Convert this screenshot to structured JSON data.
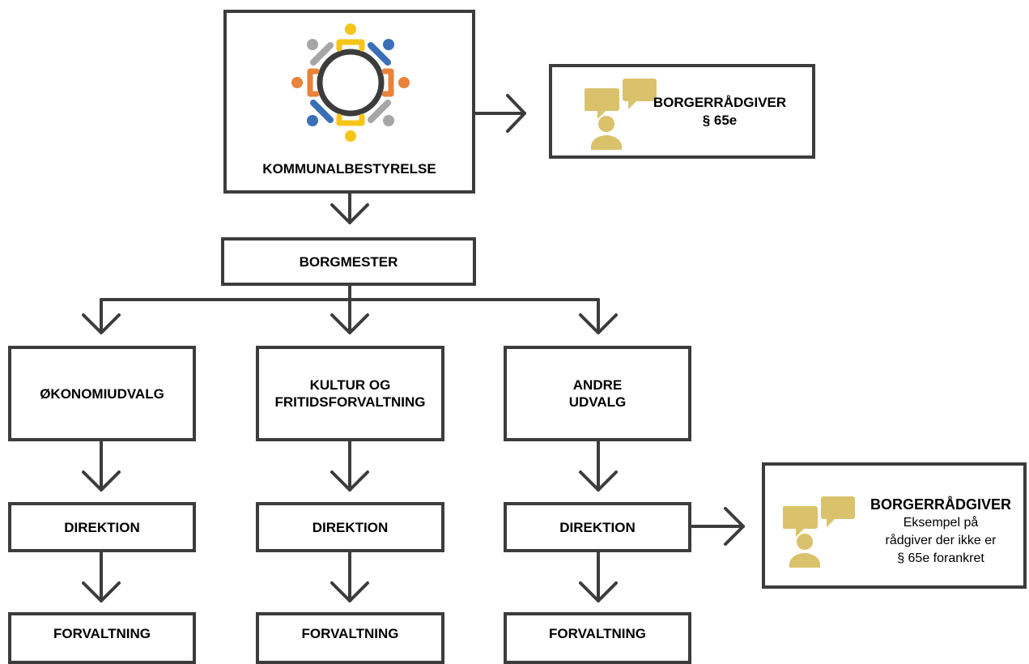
{
  "council": {
    "label": "KOMMUNALBESTYRELSE"
  },
  "mayor": {
    "label": "BORGMESTER"
  },
  "advisor_top": {
    "title": "BORGERRÅDGIVER",
    "subtitle": "§ 65e"
  },
  "advisor_right": {
    "title": "BORGERRÅDGIVER",
    "note_lines": [
      "Eksempel på",
      "rådgiver der ikke er",
      "§ 65e forankret"
    ]
  },
  "committees": [
    {
      "lines": [
        "ØKONOMIUDVALG"
      ],
      "direction": "DIREKTION",
      "admin": "FORVALTNING"
    },
    {
      "lines": [
        "KULTUR OG",
        "FRITIDSFORVALTNING"
      ],
      "direction": "DIREKTION",
      "admin": "FORVALTNING"
    },
    {
      "lines": [
        "ANDRE",
        "UDVALG"
      ],
      "direction": "DIREKTION",
      "admin": "FORVALTNING"
    }
  ],
  "icons": {
    "council": "people-around-table-icon",
    "advisor": "speech-bubbles-person-icon"
  },
  "colors": {
    "border": "#3c3c3c",
    "advisor_icon": "#d9c26b",
    "people_yellow": "#f5c518",
    "people_blue": "#3a6fb8",
    "people_orange": "#e9833a",
    "people_gray": "#a6a6a6"
  }
}
